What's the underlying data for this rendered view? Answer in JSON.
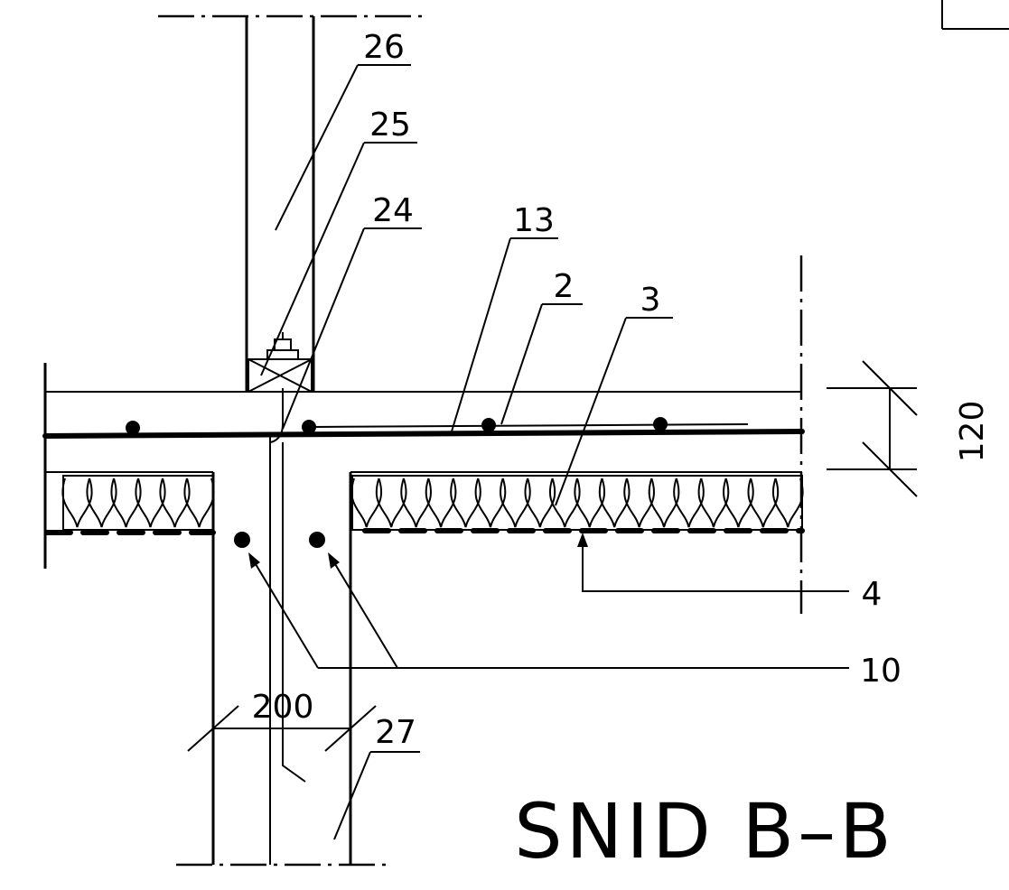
{
  "title": "SNID B–B",
  "labels": {
    "l26": "26",
    "l25": "25",
    "l24": "24",
    "l13": "13",
    "l2": "2",
    "l3": "3",
    "l4": "4",
    "l10": "10",
    "l27": "27",
    "dim120": "120",
    "dim200": "200"
  }
}
